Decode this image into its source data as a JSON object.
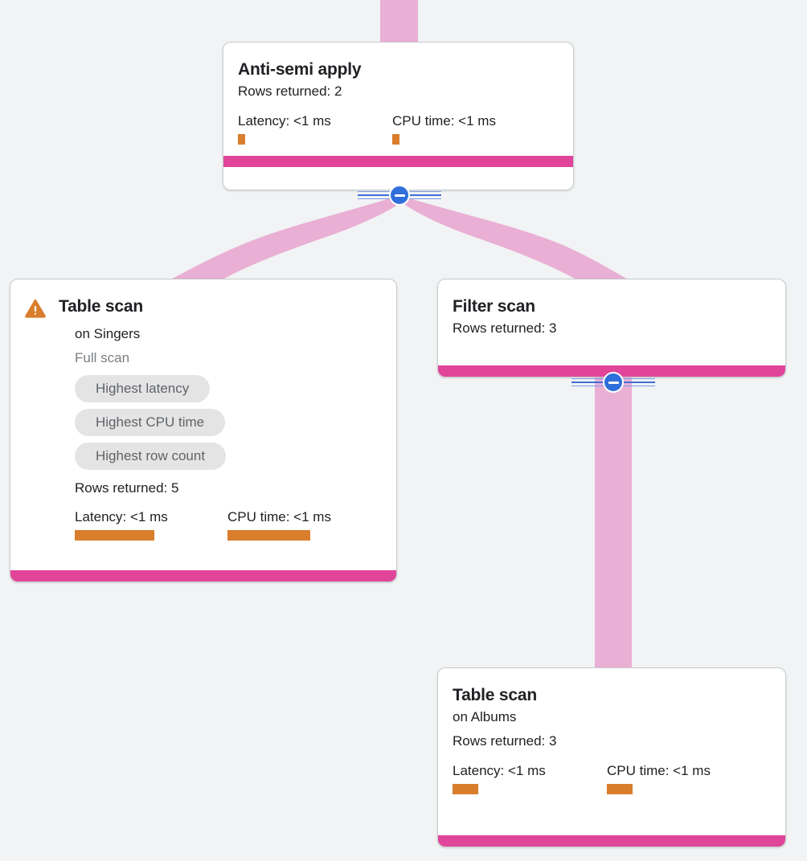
{
  "theme": {
    "background": "#f1f3f4",
    "card_background": "#ffffff",
    "accent_pink": "#e0459a",
    "edge_pink": "#eaafd4",
    "metric_orange": "#d97e2c",
    "pill_background": "#e4e4e4",
    "pill_text": "#5f6368",
    "collapse_blue": "#2f6fdb",
    "warning_orange": "#d97e2c"
  },
  "graph": {
    "type": "query-execution-plan",
    "collapse_icon": "minus-circle-icon",
    "warning_icon": "warning-triangle-icon",
    "nodes": [
      {
        "id": "anti-semi-apply",
        "title": "Anti-semi apply",
        "rows_returned": "Rows returned: 2",
        "latency_label": "Latency: <1 ms",
        "cpu_label": "CPU time: <1 ms",
        "latency_bar_width": 9,
        "cpu_bar_width": 9,
        "has_warning": false,
        "collapse_label": "Collapse"
      },
      {
        "id": "table-scan-singers",
        "title": "Table scan",
        "on_table": "on Singers",
        "scan_type": "Full scan",
        "badges": [
          "Highest latency",
          "Highest CPU time",
          "Highest row count"
        ],
        "rows_returned": "Rows returned: 5",
        "latency_label": "Latency: <1 ms",
        "cpu_label": "CPU time: <1 ms",
        "latency_bar_width": 99,
        "cpu_bar_width": 103,
        "has_warning": true
      },
      {
        "id": "filter-scan",
        "title": "Filter scan",
        "rows_returned": "Rows returned: 3",
        "has_warning": false,
        "collapse_label": "Collapse"
      },
      {
        "id": "table-scan-albums",
        "title": "Table scan",
        "on_table": "on Albums",
        "rows_returned": "Rows returned: 3",
        "latency_label": "Latency: <1 ms",
        "cpu_label": "CPU time: <1 ms",
        "latency_bar_width": 32,
        "cpu_bar_width": 32,
        "has_warning": false
      }
    ]
  }
}
